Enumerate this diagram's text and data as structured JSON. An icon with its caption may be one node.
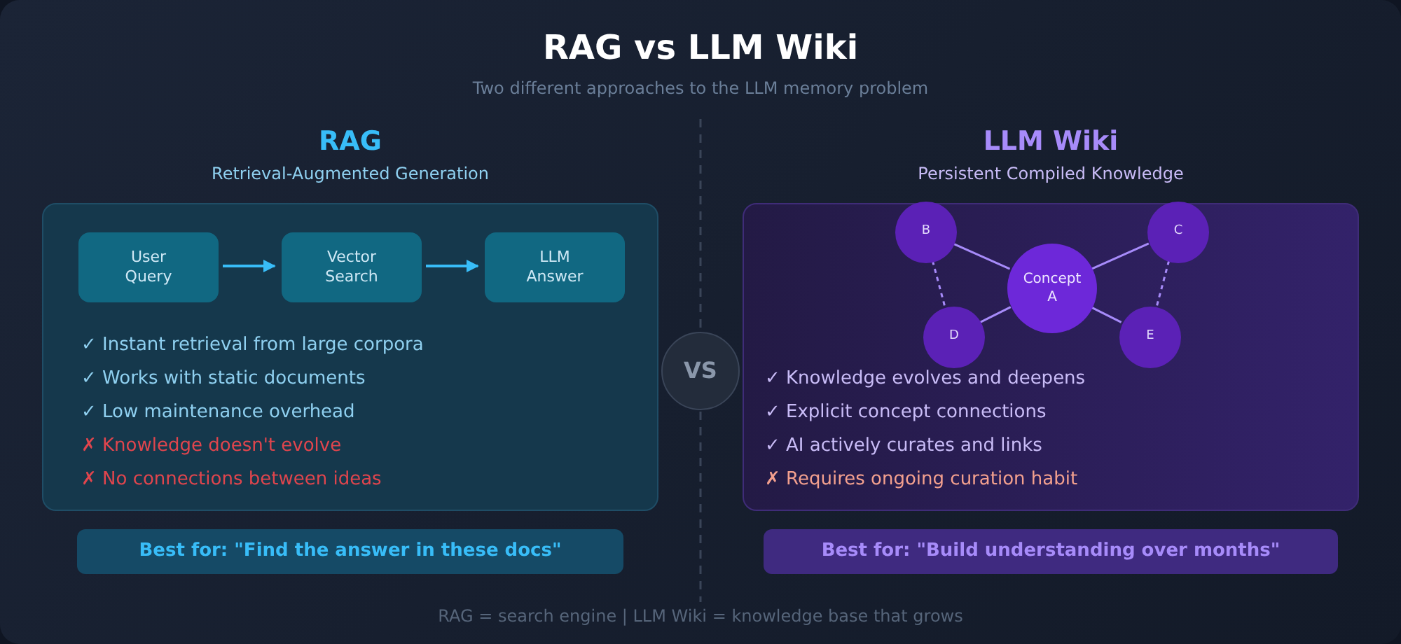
{
  "diagram": {
    "title": "RAG vs LLM Wiki",
    "caption": "RAG = search engine | LLM Wiki = knowledge base that grows",
    "nodes": [
      {
        "text": [
          "✓ Instant retrieval from large corpora",
          "✓ Works with static documents",
          "✓ Low maintenance overhead",
          "✗ Knowledge doesn't evolve",
          "✗ No connections between ideas"
        ]
      },
      {
        "text": [
          "User Query"
        ],
        "in": 0
      },
      {
        "text": [
          "Vector Search"
        ],
        "in": 0
      },
      {
        "text": [
          "LLM Answer"
        ],
        "in": 0
      },
      {
        "text": [
          "✓ Knowledge evolves and deepens",
          "✓ Explicit concept connections",
          "✓ AI actively curates and links",
          "✗ Requires ongoing curation habit"
        ]
      },
      {
        "text": [
          "B"
        ],
        "in": 4
      },
      {
        "text": [
          "C"
        ],
        "in": 4
      },
      {
        "text": [
          "Concept A"
        ],
        "in": 4
      },
      {
        "text": [
          "D"
        ],
        "in": 4
      },
      {
        "text": [
          "E"
        ],
        "in": 4
      },
      {
        "text": [
          "Best for: \"Find the answer in these docs\""
        ]
      },
      {
        "text": [
          "Best for: \"Build understanding over months\""
        ]
      },
      {
        "text": [
          "VS"
        ]
      }
    ],
    "edges": [
      {
        "from": 1,
        "to": 2,
        "arrow": "to",
        "color": "#38bdf8"
      },
      {
        "from": 2,
        "to": 3,
        "arrow": "to",
        "color": "#38bdf8"
      },
      {
        "from": 5,
        "to": 7,
        "arrow": "none"
      },
      {
        "from": 6,
        "to": 7,
        "arrow": "none"
      },
      {
        "from": 8,
        "to": 7,
        "arrow": "none"
      },
      {
        "from": 9,
        "to": 7,
        "arrow": "none"
      },
      {
        "from": 5,
        "to": 8,
        "arrow": "none",
        "style": "dashed"
      },
      {
        "from": 6,
        "to": 9,
        "arrow": "none",
        "style": "dashed"
      }
    ],
    "labels": [
      "Two different approaches to the LLM memory problem",
      "RAG",
      "Retrieval-Augmented Generation",
      "LLM Wiki",
      "Persistent Compiled Knowledge"
    ]
  }
}
